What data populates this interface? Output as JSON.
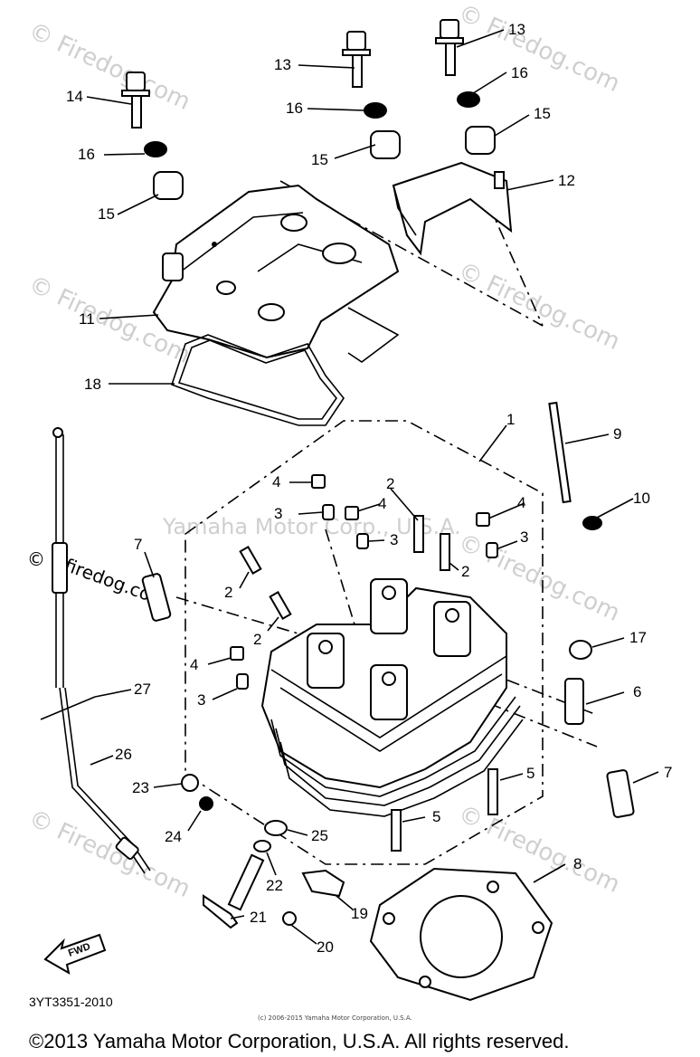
{
  "watermarks": {
    "firedog": "© Firedog.com",
    "firedog_short": "firedog.com",
    "yamaha": "Yamaha Motor Corp., U.S.A."
  },
  "callouts": {
    "c1": "1",
    "c2a": "2",
    "c2b": "2",
    "c2c": "2",
    "c2d": "2",
    "c3a": "3",
    "c3b": "3",
    "c3c": "3",
    "c3d": "3",
    "c4a": "4",
    "c4b": "4",
    "c4c": "4",
    "c4d": "4",
    "c5a": "5",
    "c5b": "5",
    "c6": "6",
    "c7a": "7",
    "c7b": "7",
    "c8": "8",
    "c9": "9",
    "c10": "10",
    "c11": "11",
    "c12": "12",
    "c13a": "13",
    "c13b": "13",
    "c14": "14",
    "c15a": "15",
    "c15b": "15",
    "c15c": "15",
    "c16a": "16",
    "c16b": "16",
    "c16c": "16",
    "c17": "17",
    "c18": "18",
    "c19": "19",
    "c20": "20",
    "c21": "21",
    "c22": "22",
    "c23": "23",
    "c24": "24",
    "c25": "25",
    "c26": "26",
    "c27": "27"
  },
  "fwd_label": "FWD",
  "diagram_code": "3YT3351-2010",
  "small_copyright": "(c) 2006-2015 Yamaha Motor Corporation, U.S.A.",
  "copyright": "©2013 Yamaha Motor Corporation, U.S.A. All rights reserved."
}
